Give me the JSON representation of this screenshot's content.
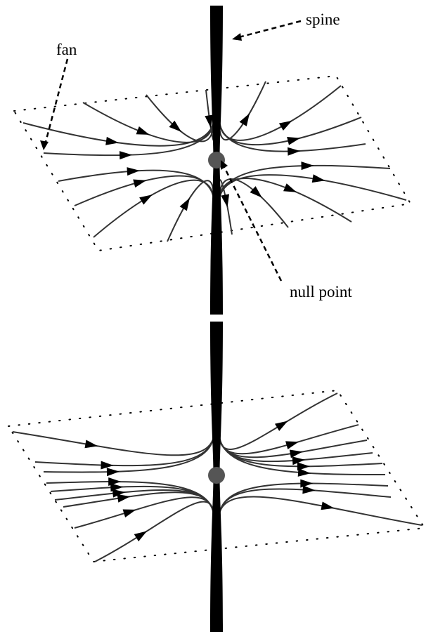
{
  "labels": {
    "spine": "spine",
    "fan": "fan",
    "null_point": "null point"
  },
  "colors": {
    "ink": "#000000",
    "fan_line_inner": "#555555",
    "null_point": "#555555",
    "background": "#ffffff"
  }
}
